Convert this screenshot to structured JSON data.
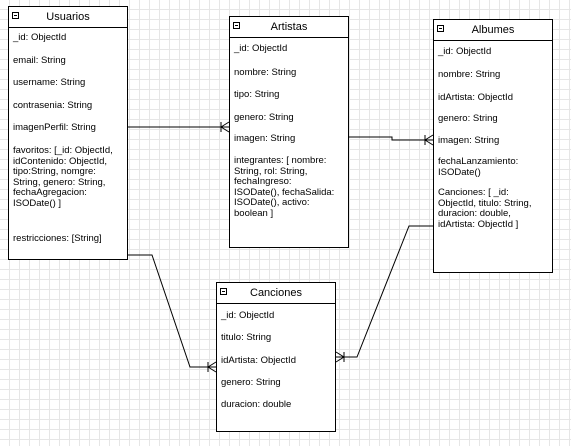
{
  "diagram": {
    "entities": {
      "usuarios": {
        "title": "Usuarios",
        "attributes": [
          "_id: ObjectId",
          "email: String",
          "username: String",
          "contrasenia: String",
          "imagenPerfil: String",
          "favoritos: [_id: ObjectId,\nidContenido: ObjectId,\ntipo:String, nomgre:\nString, genero: String,\nfechaAgregacion:\nISODate()  ]",
          "restricciones: [String]"
        ]
      },
      "artistas": {
        "title": "Artistas",
        "attributes": [
          "_id: ObjectId",
          "nombre: String",
          "tipo: String",
          "genero: String",
          "imagen: String",
          "integrantes: [ nombre:\nString, rol: String,\nfechaIngreso:\nISODate(), fechaSalida:\nISODate(), activo:\nboolean  ]"
        ]
      },
      "albumes": {
        "title": "Albumes",
        "attributes": [
          "_id: ObjectId",
          "nombre: String",
          "idArtista: ObjectId",
          "genero: String",
          "imagen: String",
          "fechaLanzamiento:\nISODate()",
          "Canciones: [ _id:\nObjectId, titulo: String,\nduracion: double,\nidArtista: ObjectId  ]"
        ]
      },
      "canciones": {
        "title": "Canciones",
        "attributes": [
          "_id: ObjectId",
          "titulo: String",
          "idArtista: ObjectId",
          "genero: String",
          "duracion: double"
        ]
      }
    },
    "relationships": [
      {
        "from": "usuarios",
        "to": "artistas",
        "end_marker": "one-to-many"
      },
      {
        "from": "artistas",
        "to": "albumes",
        "end_marker": "one-to-many"
      },
      {
        "from": "usuarios",
        "to": "canciones",
        "end_marker": "one-to-many"
      },
      {
        "from": "albumes",
        "to": "canciones",
        "end_marker": "one-to-many"
      }
    ],
    "colors": {
      "line": "#000000",
      "box_fill": "#ffffff",
      "grid": "#e6e6e6"
    }
  }
}
